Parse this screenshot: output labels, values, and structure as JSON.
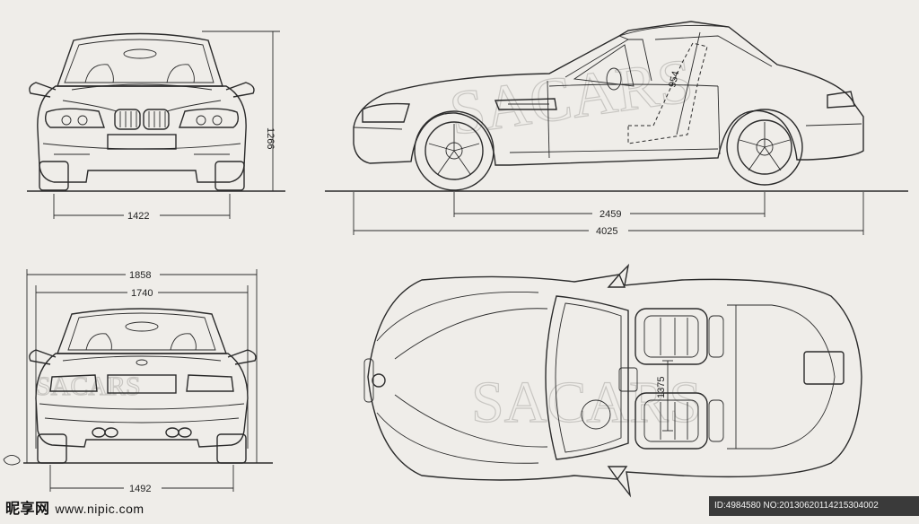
{
  "dimensions": {
    "front_height": "1266",
    "front_track": "1422",
    "wheelbase": "2459",
    "overall_length": "4025",
    "seat_height": "954",
    "overall_width": "1858",
    "body_width": "1740",
    "rear_track": "1492",
    "interior_width": "1375"
  },
  "watermark": {
    "brand_text": "SACARS"
  },
  "footer": {
    "site_name": "昵享网",
    "site_url": "www.nipic.com",
    "image_id": "ID:4984580 NO:20130620114215304002"
  }
}
